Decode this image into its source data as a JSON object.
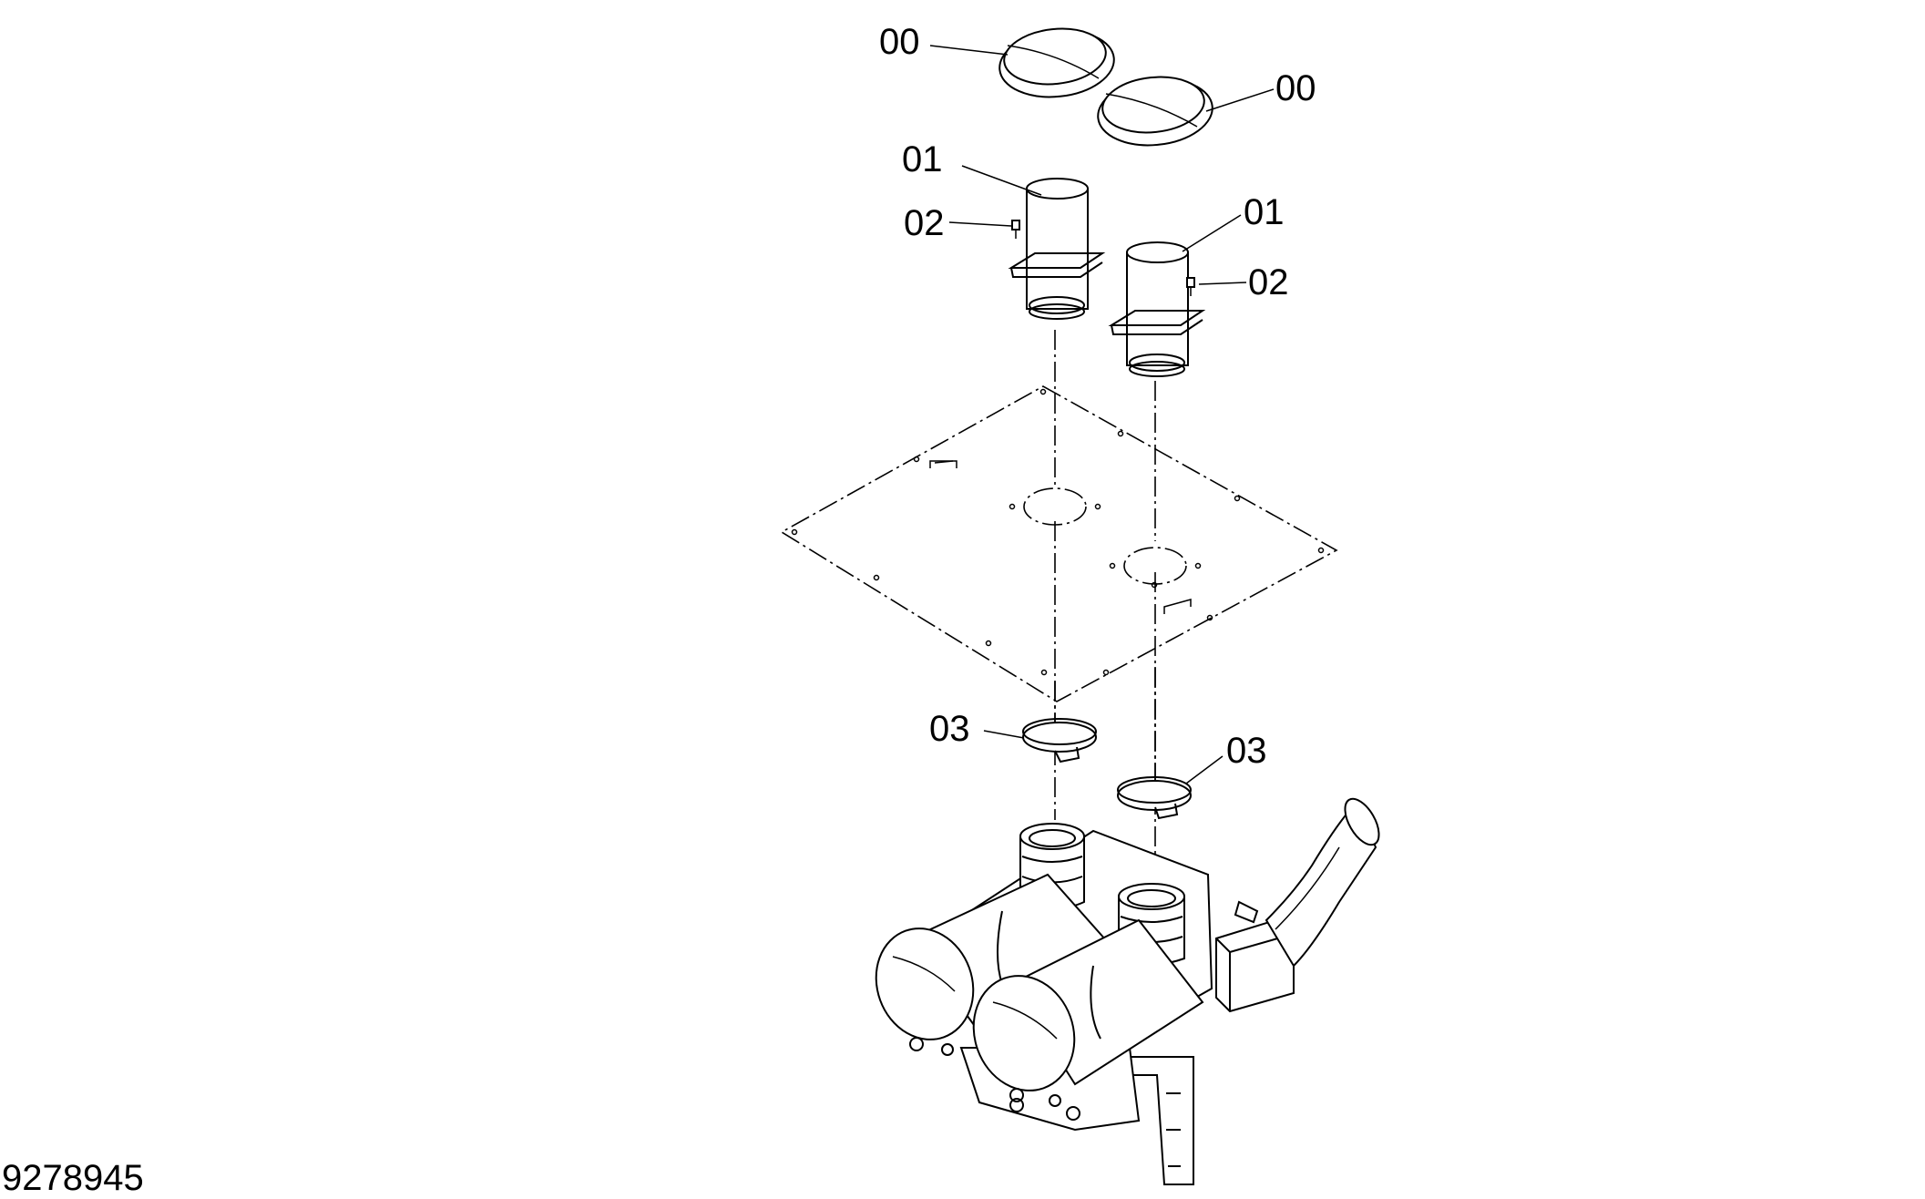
{
  "callouts": {
    "cap_left": "00",
    "cap_right": "00",
    "pipe_left": "01",
    "pipe_right": "01",
    "bolt_left": "02",
    "bolt_right": "02",
    "clamp_left": "03",
    "clamp_right": "03"
  },
  "document_number": "9278945"
}
